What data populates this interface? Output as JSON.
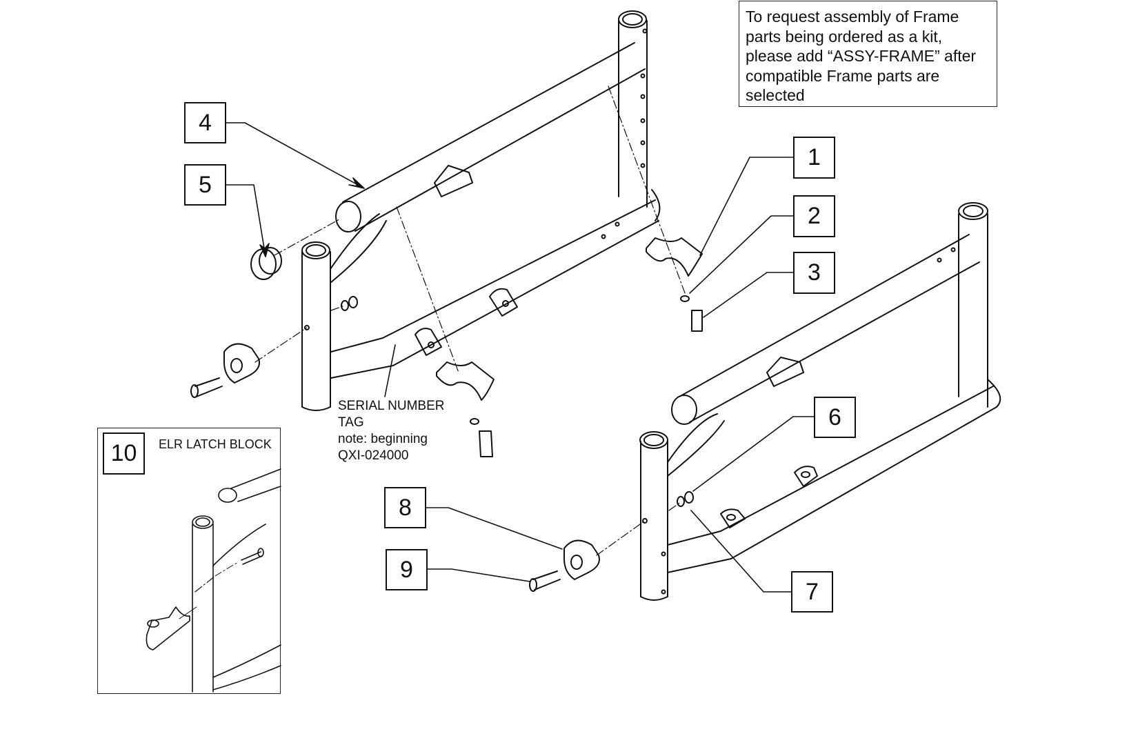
{
  "note": {
    "lines": [
      "To request assembly of Frame",
      "parts being ordered as a kit,",
      "please add “ASSY-FRAME” after",
      "compatible Frame parts are",
      "selected"
    ]
  },
  "callouts": {
    "c1": "1",
    "c2": "2",
    "c3": "3",
    "c4": "4",
    "c5": "5",
    "c6": "6",
    "c7": "7",
    "c8": "8",
    "c9": "9",
    "c10": "10"
  },
  "serial_label": {
    "lines": [
      "SERIAL NUMBER",
      "TAG",
      "note: beginning",
      "QXI-024000"
    ]
  },
  "detail": {
    "title": "ELR LATCH BLOCK"
  }
}
